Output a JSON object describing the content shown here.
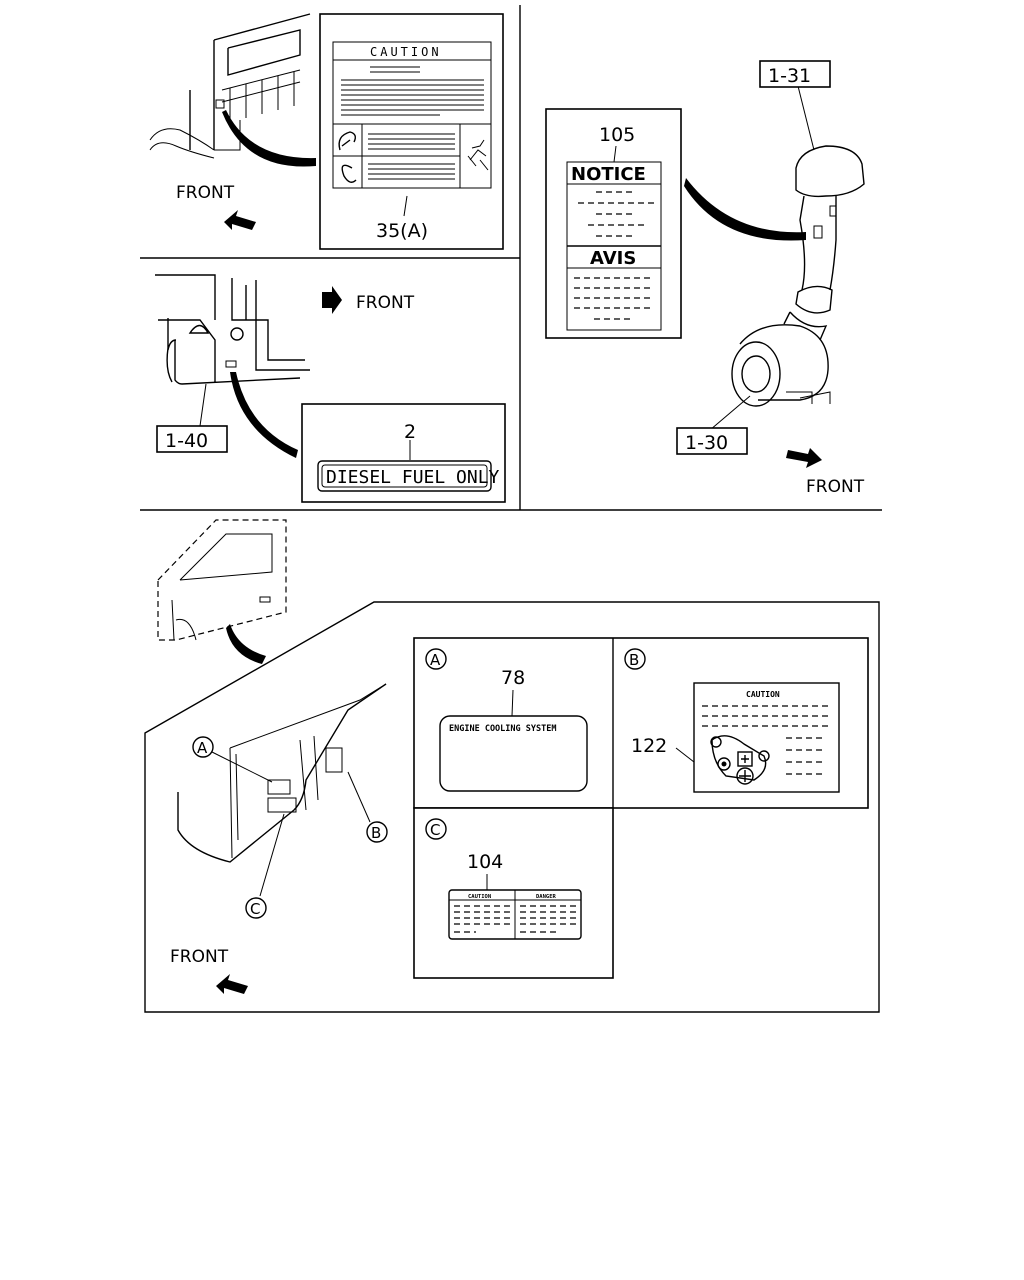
{
  "labels": {
    "front": "FRONT",
    "caution": "CAUTION",
    "notice": "NOTICE",
    "avis": "AVIS",
    "diesel_fuel_only": "DIESEL FUEL ONLY",
    "engine_cooling_system": "ENGINE COOLING SYSTEM",
    "small_caution": "CAUTION",
    "small_danger": "DANGER"
  },
  "parts": {
    "p35a": "35(A)",
    "p2": "2",
    "p105": "105",
    "p78": "78",
    "p122": "122",
    "p104": "104"
  },
  "refs": {
    "r131": "1-31",
    "r140": "1-40",
    "r130": "1-30"
  },
  "callouts": {
    "a": "A",
    "b": "B",
    "c": "C"
  }
}
